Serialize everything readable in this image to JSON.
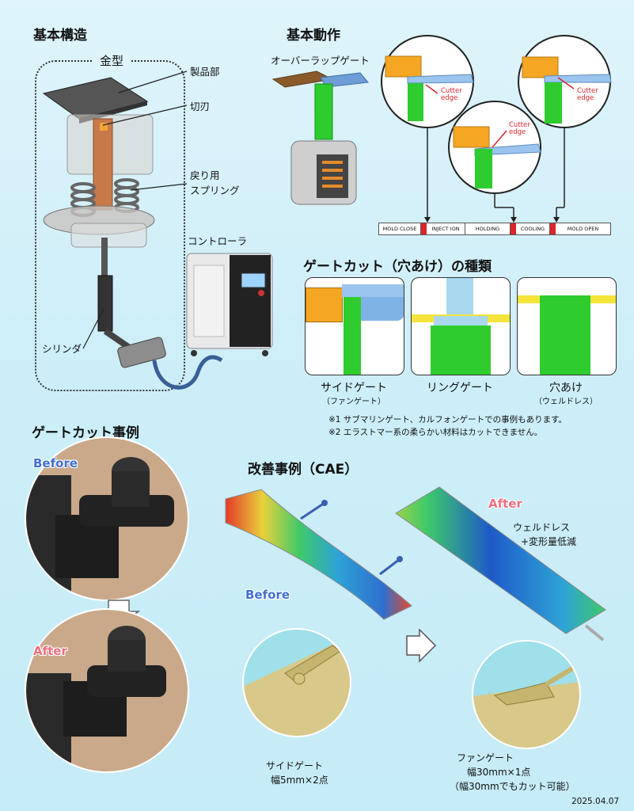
{
  "sections": {
    "structure_title": "基本構造",
    "operation_title": "基本動作",
    "types_title": "ゲートカット（穴あけ）の種類",
    "examples_title": "ゲートカット事例",
    "cae_title": "改善事例（CAE）"
  },
  "structure": {
    "mold_label": "金型",
    "product_label": "製品部",
    "cutter_label": "切刃",
    "spring_label": "戻り用\nスプリング",
    "cylinder_label": "シリンダ",
    "controller_label": "コントローラ"
  },
  "operation": {
    "overlap_gate_label": "オーバーラップゲート",
    "cutter_edge": "Cutter\nedge",
    "timeline": [
      "MOLD CLOSE",
      "INJECT ION",
      "HOLDING",
      "COOLING",
      "MOLD OPEN"
    ]
  },
  "types": {
    "items": [
      {
        "name": "サイドゲート",
        "sub": "（ファンゲート）"
      },
      {
        "name": "リングゲート",
        "sub": ""
      },
      {
        "name": "穴あけ",
        "sub": "（ウェルドレス）"
      }
    ],
    "notes": [
      "※1 サブマリンゲート、カルフォンゲートでの事例もあります。",
      "※2 エラストマー系の柔らかい材料はカットできません。"
    ]
  },
  "examples": {
    "before": "Before",
    "after": "After"
  },
  "cae": {
    "before": "Before",
    "after": "After",
    "after_note_1": "ウェルドレス",
    "after_note_2": "+変形量低減",
    "side_gate_title": "サイドゲート",
    "side_gate_spec": "幅5mm×2点",
    "fan_gate_title": "ファンゲート",
    "fan_gate_spec": "幅30mm×1点",
    "fan_gate_note": "（幅30mmでもカット可能）"
  },
  "date": "2025.04.07",
  "colors": {
    "gate_green": "#2ecc2e",
    "mold_orange": "#f5a623",
    "cut_red": "#d9262b",
    "before_blue": "#3f6fd2",
    "after_pink": "#ee6f80"
  }
}
